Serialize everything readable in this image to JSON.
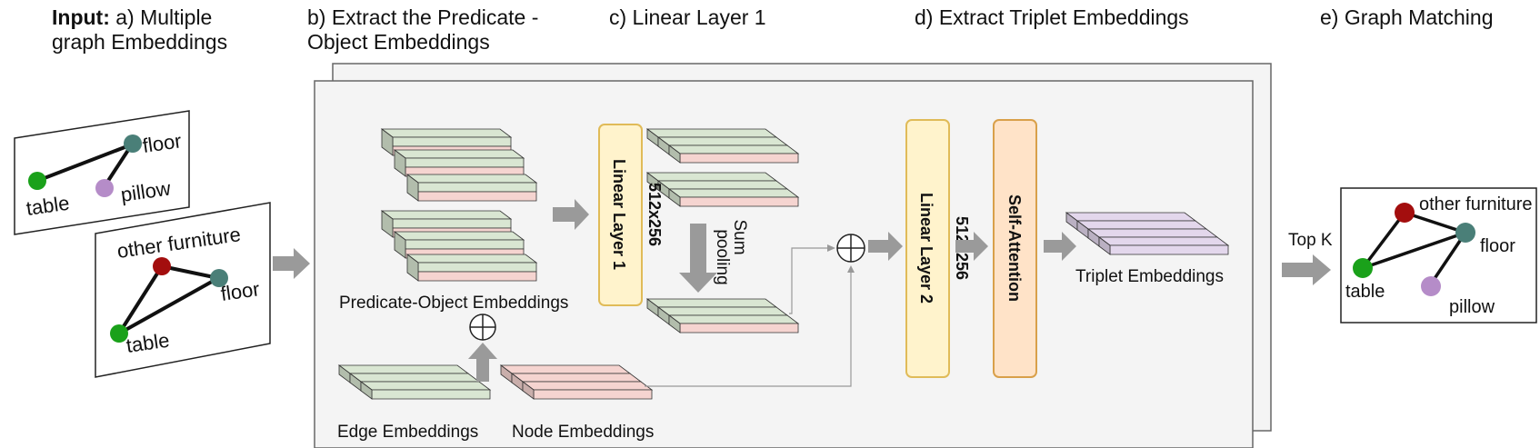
{
  "headers": {
    "a_bold": "Input:",
    "a_line1": " a) Multiple",
    "a_line2": "graph Embeddings",
    "b_line1": "b) Extract the Predicate -",
    "b_line2": "Object Embeddings",
    "c": "c) Linear Layer 1",
    "d": "d) Extract Triplet Embeddings",
    "e": "e) Graph Matching"
  },
  "input_graphs": {
    "graph1": {
      "nodes": [
        "floor",
        "table",
        "pillow"
      ]
    },
    "graph2": {
      "nodes": [
        "other furniture",
        "floor",
        "table"
      ]
    }
  },
  "pipeline": {
    "predicate_object_label": "Predicate-Object Embeddings",
    "edge_label": "Edge Embeddings",
    "node_label": "Node Embeddings",
    "linear1_title": "Linear Layer 1",
    "linear1_dims": "512x256",
    "sum_pooling_1": "Sum",
    "sum_pooling_2": "pooling",
    "linear2_title": "Linear Layer 2",
    "linear2_dims": "512x256",
    "self_attention": "Self-Attention",
    "triplet_label": "Triplet Embeddings"
  },
  "matching": {
    "topk": "Top K",
    "nodes": [
      "other furniture",
      "floor",
      "table",
      "pillow"
    ]
  },
  "colors": {
    "green_node": "#1aa11a",
    "red_node": "#a30e0e",
    "teal_node": "#4a7f78",
    "purple_node": "#b58cc8",
    "green_emb": "#d9e6d2",
    "pink_emb": "#f5d4d0",
    "purple_emb": "#e3d7ec",
    "yellow_box": "#fff3cc",
    "yellow_border": "#e0bb58",
    "orange_box": "#ffe3c8",
    "orange_border": "#d9a04a",
    "arrow": "#9a9a9a"
  }
}
